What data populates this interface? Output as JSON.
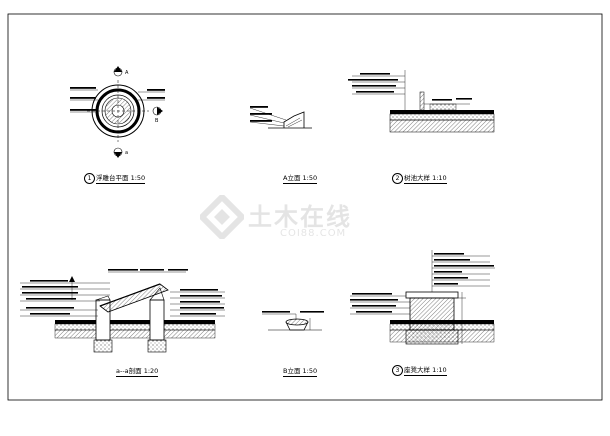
{
  "captions": {
    "plan": {
      "num": "1",
      "text": "浮雕台平面 1:50"
    },
    "elev_a": {
      "num": "",
      "text": "A立面 1:50"
    },
    "detail2": {
      "num": "2",
      "text": "树池大样 1:10"
    },
    "section": {
      "num": "",
      "text": "a--a剖面 1:20"
    },
    "elev_b": {
      "num": "",
      "text": "B立面 1:50"
    },
    "detail3": {
      "num": "3",
      "text": "座凳大样 1:10"
    }
  },
  "markers": {
    "top": "A",
    "right": "B",
    "bottom": "a"
  },
  "watermark": {
    "cn": "土木在线",
    "en": "COI88.COM"
  },
  "colors": {
    "line": "#000000",
    "watermark": "#8a8a8a"
  }
}
